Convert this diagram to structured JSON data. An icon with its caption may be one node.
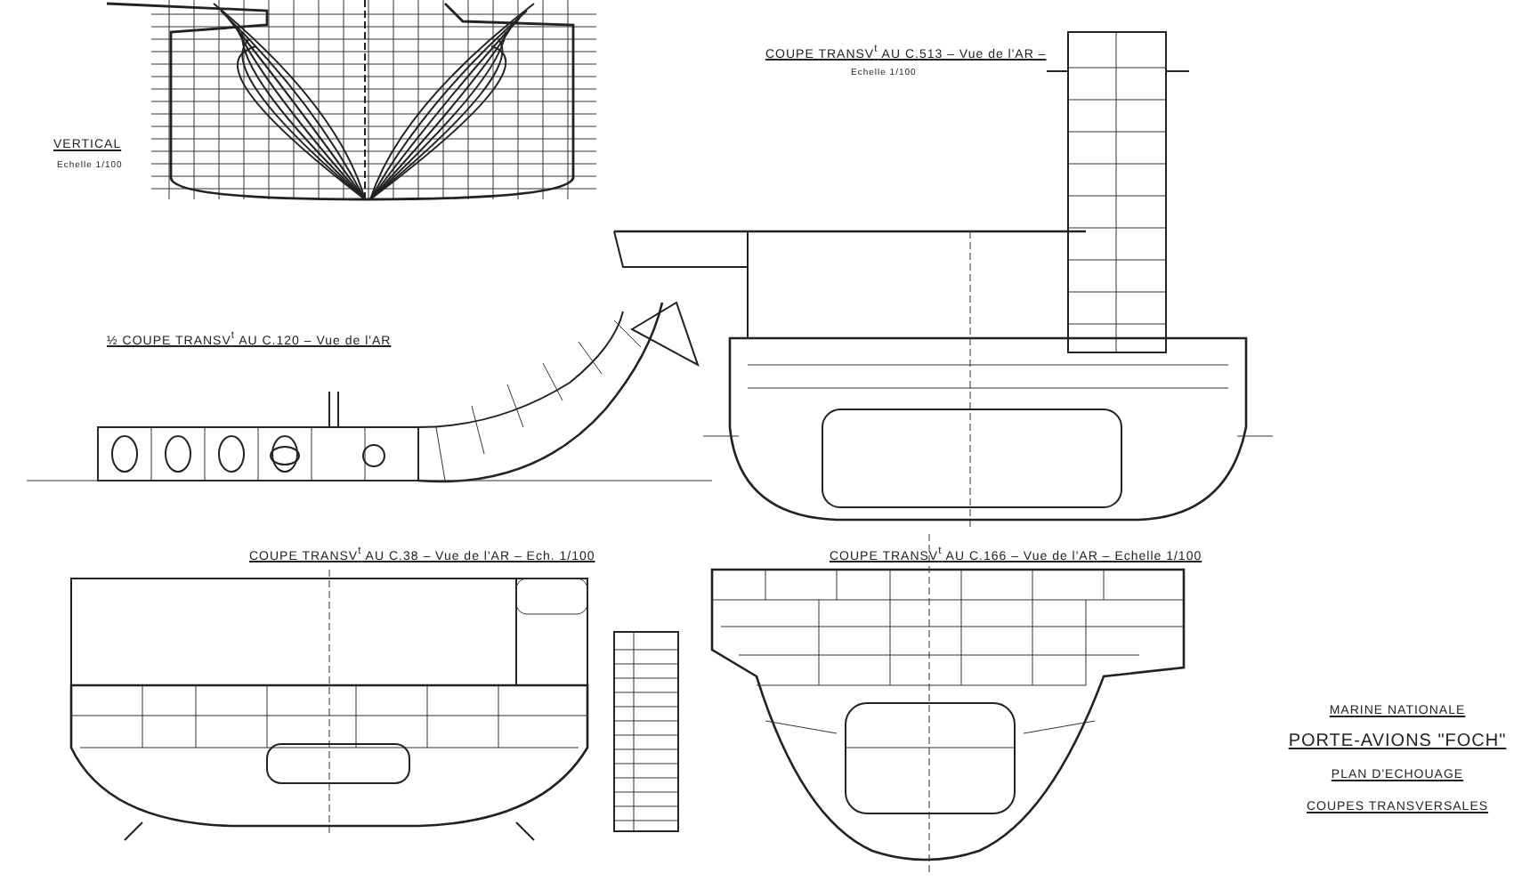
{
  "diagram": {
    "title": "PLAN D'ECHOUAGE",
    "labels": [
      "VERTICAL",
      "Echelle 1/100",
      "COUPE TRANSV$^{t}$ AU C.513 – Vue de l'AR –",
      "Echelle 1/100",
      "½ COUPE TRANSV$^{t}$ AU C.120 – Vue de l'AR",
      "COUPE TRANSV$^{t}$ AU C.38 – Vue de l'AR – Ech. 1/100",
      "COUPE TRANSV$^{t}$ AU C.166 – Vue de l'AR – Echelle 1/100",
      "MARINE NATIONALE",
      "PORTE-AVIONS \"FOCH\"",
      "COUPES TRANSVERSALES"
    ]
  }
}
